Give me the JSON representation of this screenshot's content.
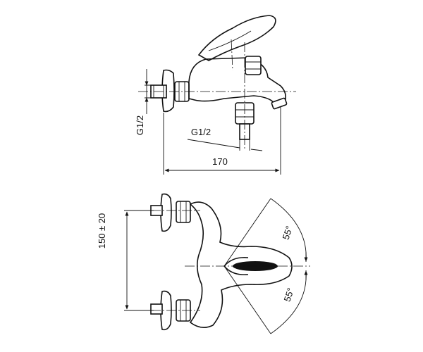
{
  "labels": {
    "dim_width": "170",
    "dim_thread_inlet": "G1/2",
    "dim_thread_outlet": "G1/2",
    "dim_centers": "150 ± 20",
    "angle_upper": "55°",
    "angle_lower": "55°"
  }
}
